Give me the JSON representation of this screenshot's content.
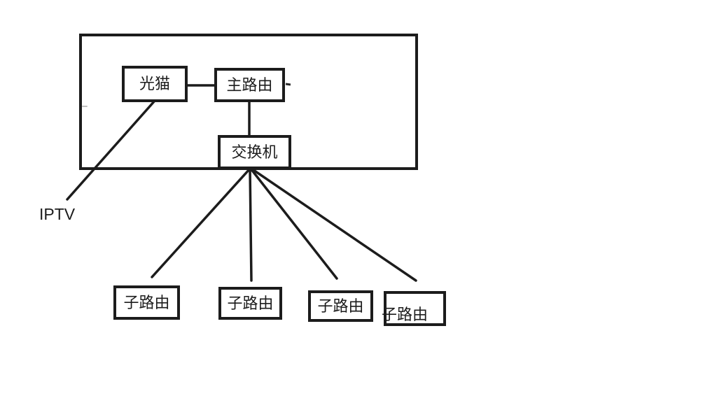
{
  "diagram": {
    "nodes": {
      "modem": {
        "label": "光猫"
      },
      "main_router": {
        "label": "主路由"
      },
      "switch": {
        "label": "交换机"
      },
      "iptv": {
        "label": "IPTV"
      },
      "sub_routers": [
        {
          "label": "子路由"
        },
        {
          "label": "子路由"
        },
        {
          "label": "子路由"
        },
        {
          "label": "子路由"
        }
      ]
    },
    "edges": [
      {
        "from": "光猫",
        "to": "主路由"
      },
      {
        "from": "光猫",
        "to": "IPTV"
      },
      {
        "from": "主路由",
        "to": "交换机"
      },
      {
        "from": "交换机",
        "to": "子路由 1"
      },
      {
        "from": "交换机",
        "to": "子路由 2"
      },
      {
        "from": "交换机",
        "to": "子路由 3"
      },
      {
        "from": "交换机",
        "to": "子路由 4"
      }
    ],
    "colors": {
      "line": "#1c1c1c",
      "background": "#ffffff",
      "text": "#1c1c1c"
    }
  }
}
